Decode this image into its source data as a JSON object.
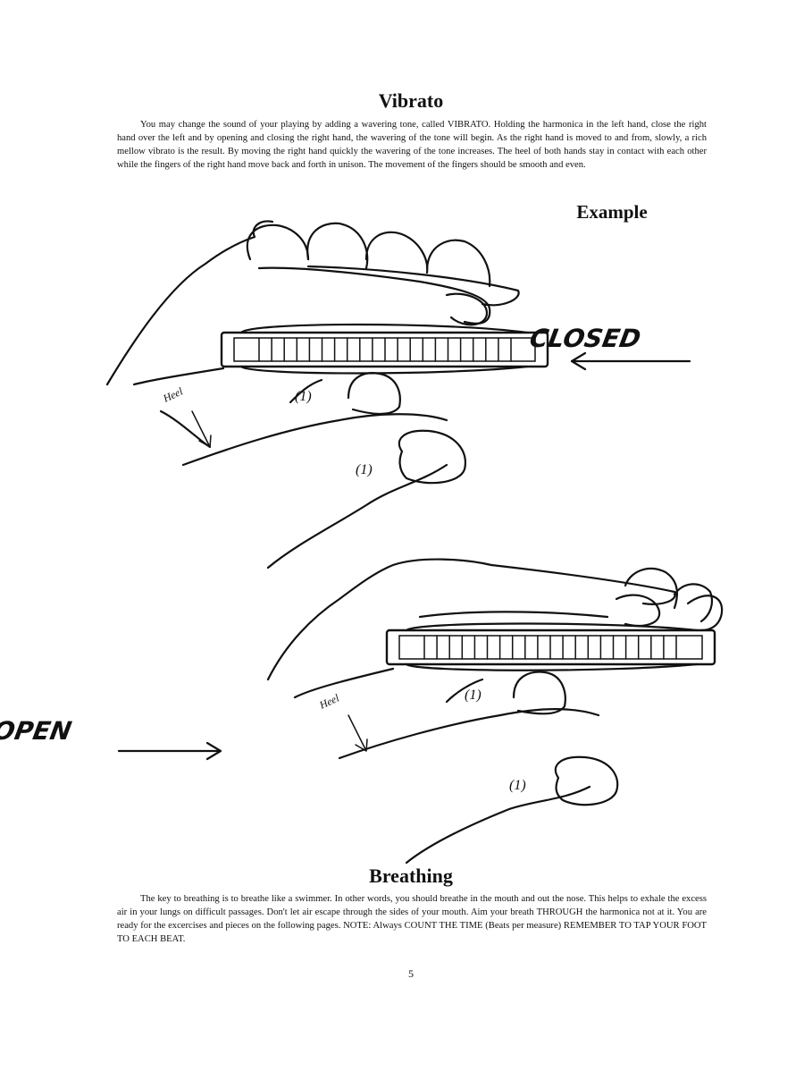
{
  "vibrato": {
    "title": "Vibrato",
    "paragraph": "You may change the sound of your playing by adding a wavering tone, called VIBRATO. Holding the harmonica in the left hand, close the right hand over the left and by opening and closing the right hand, the wavering of the tone will begin. As the right hand is moved to and from, slowly, a rich mellow vibrato is the result. By moving the right hand quickly the wavering of the tone increases. The heel of both hands stay in contact with each other while the fingers of the right hand move back and forth in unison. The movement of the fingers should be smooth and even."
  },
  "example": {
    "title": "Example"
  },
  "illustration_closed": {
    "label": "CLOSED",
    "heel_label": "Heel",
    "finger_1": "(1)",
    "finger_2": "(1)"
  },
  "illustration_open": {
    "label": "OPEN",
    "heel_label": "Heel",
    "finger_1": "(1)",
    "finger_2": "(1)"
  },
  "breathing": {
    "title": "Breathing",
    "paragraph": "The key to breathing is to breathe like a swimmer. In other words, you should breathe in the mouth and out the nose. This helps to exhale the excess air in your lungs on difficult passages. Don't let air escape through the sides of your mouth. Aim your breath THROUGH the harmonica not at it. You are ready for the excercises and pieces on the following pages. NOTE: Always COUNT THE TIME (Beats per measure) REMEMBER TO TAP YOUR FOOT TO EACH BEAT."
  },
  "page_number": "5"
}
